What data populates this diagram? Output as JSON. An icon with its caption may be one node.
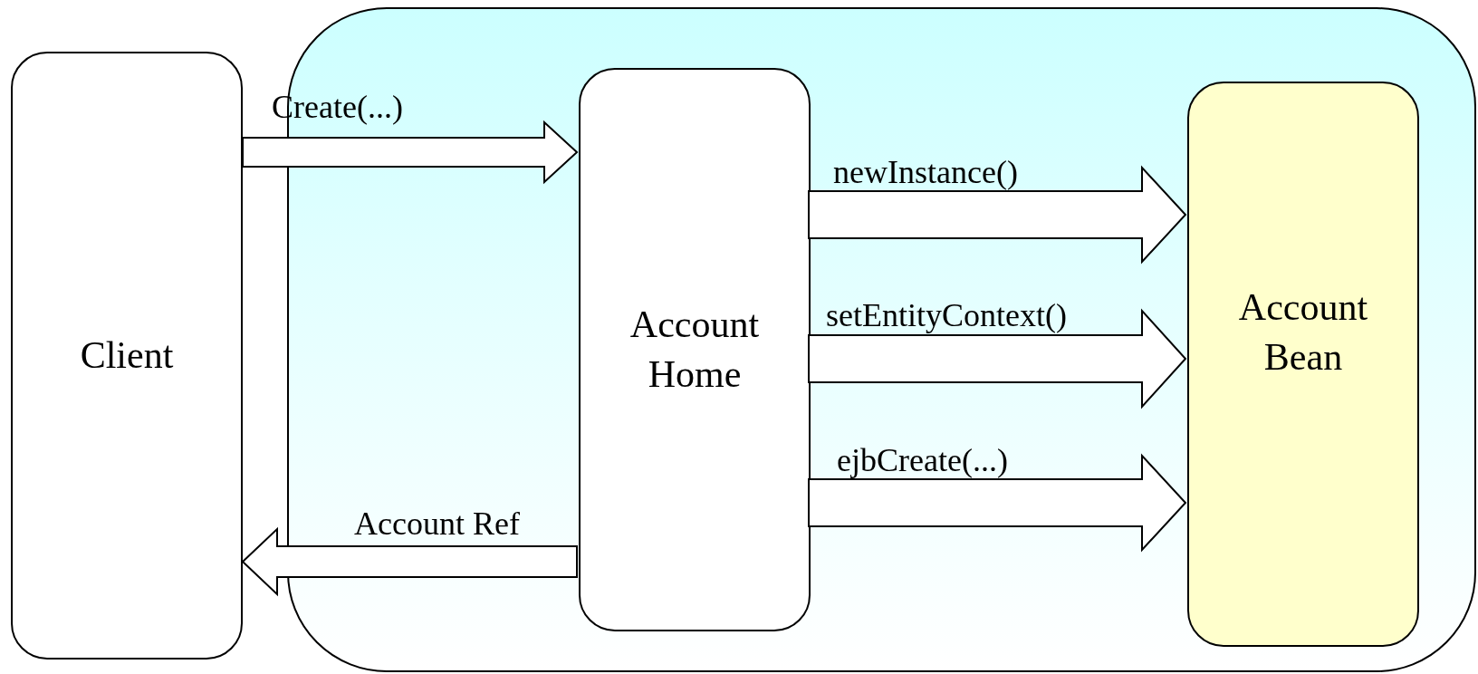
{
  "diagram": {
    "nodes": [
      {
        "text": [
          "Client"
        ]
      },
      {
        "text": [],
        "shape": "box"
      },
      {
        "text": [
          "Account Home"
        ],
        "in": 1
      },
      {
        "text": [
          "Account Bean"
        ],
        "in": 1
      }
    ],
    "edges": [
      {
        "from": 0,
        "to": 2,
        "arrow": "to",
        "label": "Create(...)"
      },
      {
        "from": 2,
        "to": 3,
        "arrow": "to",
        "label": "newInstance()"
      },
      {
        "from": 2,
        "to": 3,
        "arrow": "to",
        "label": "setEntityContext()"
      },
      {
        "from": 2,
        "to": 3,
        "arrow": "to",
        "label": "ejbCreate(...)"
      },
      {
        "from": 2,
        "to": 0,
        "arrow": "to",
        "label": "Account Ref"
      }
    ]
  }
}
